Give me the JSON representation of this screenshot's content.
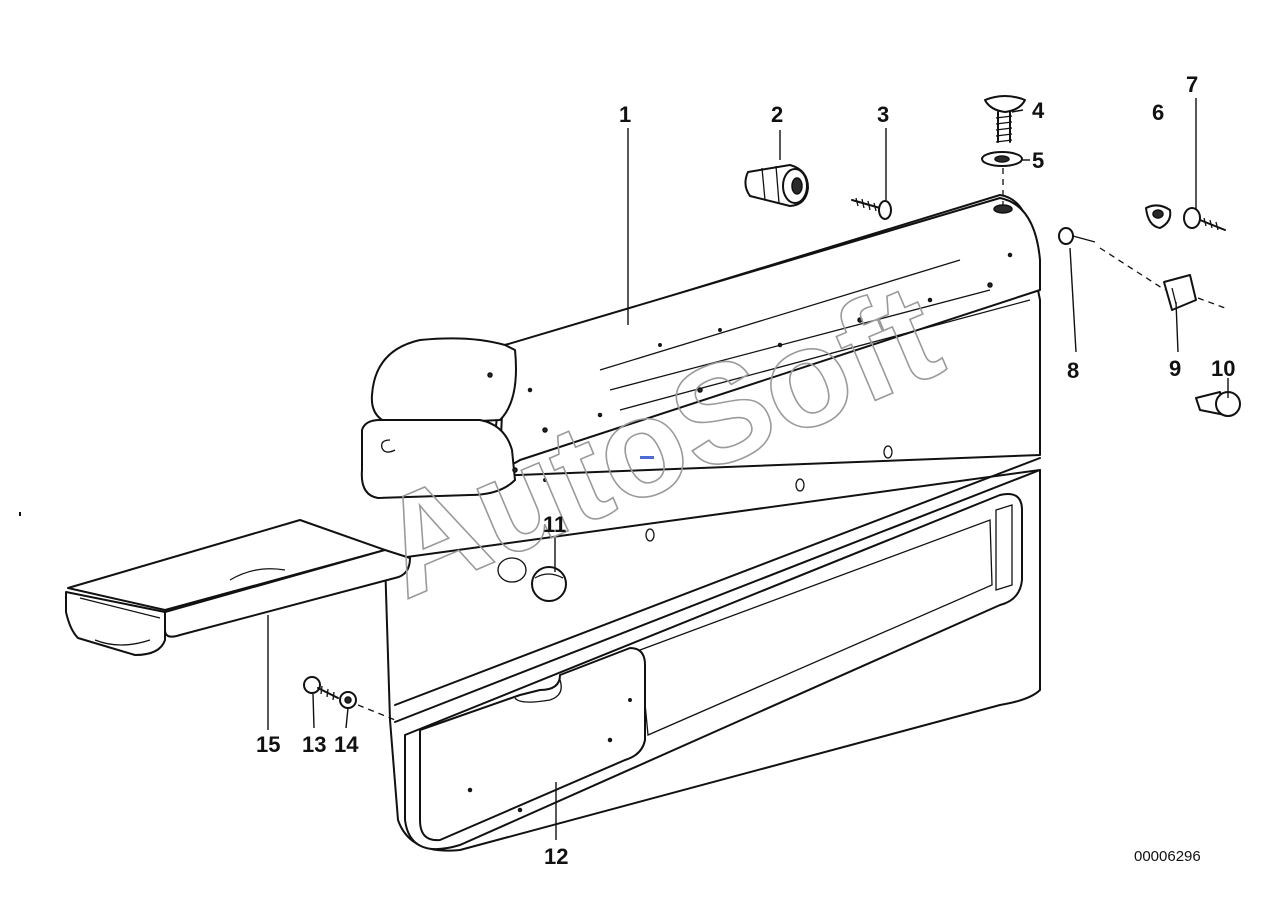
{
  "diagram": {
    "watermark": "AutoSoft",
    "drawing_number": "00006296",
    "callouts": [
      {
        "id": "c1",
        "label": "1"
      },
      {
        "id": "c2",
        "label": "2"
      },
      {
        "id": "c3",
        "label": "3"
      },
      {
        "id": "c4",
        "label": "4"
      },
      {
        "id": "c5",
        "label": "5"
      },
      {
        "id": "c6",
        "label": "6"
      },
      {
        "id": "c7",
        "label": "7"
      },
      {
        "id": "c8",
        "label": "8"
      },
      {
        "id": "c9",
        "label": "9"
      },
      {
        "id": "c10",
        "label": "10"
      },
      {
        "id": "c11",
        "label": "11"
      },
      {
        "id": "c12",
        "label": "12"
      },
      {
        "id": "c13",
        "label": "13"
      },
      {
        "id": "c14",
        "label": "14"
      },
      {
        "id": "c15",
        "label": "15"
      }
    ]
  }
}
